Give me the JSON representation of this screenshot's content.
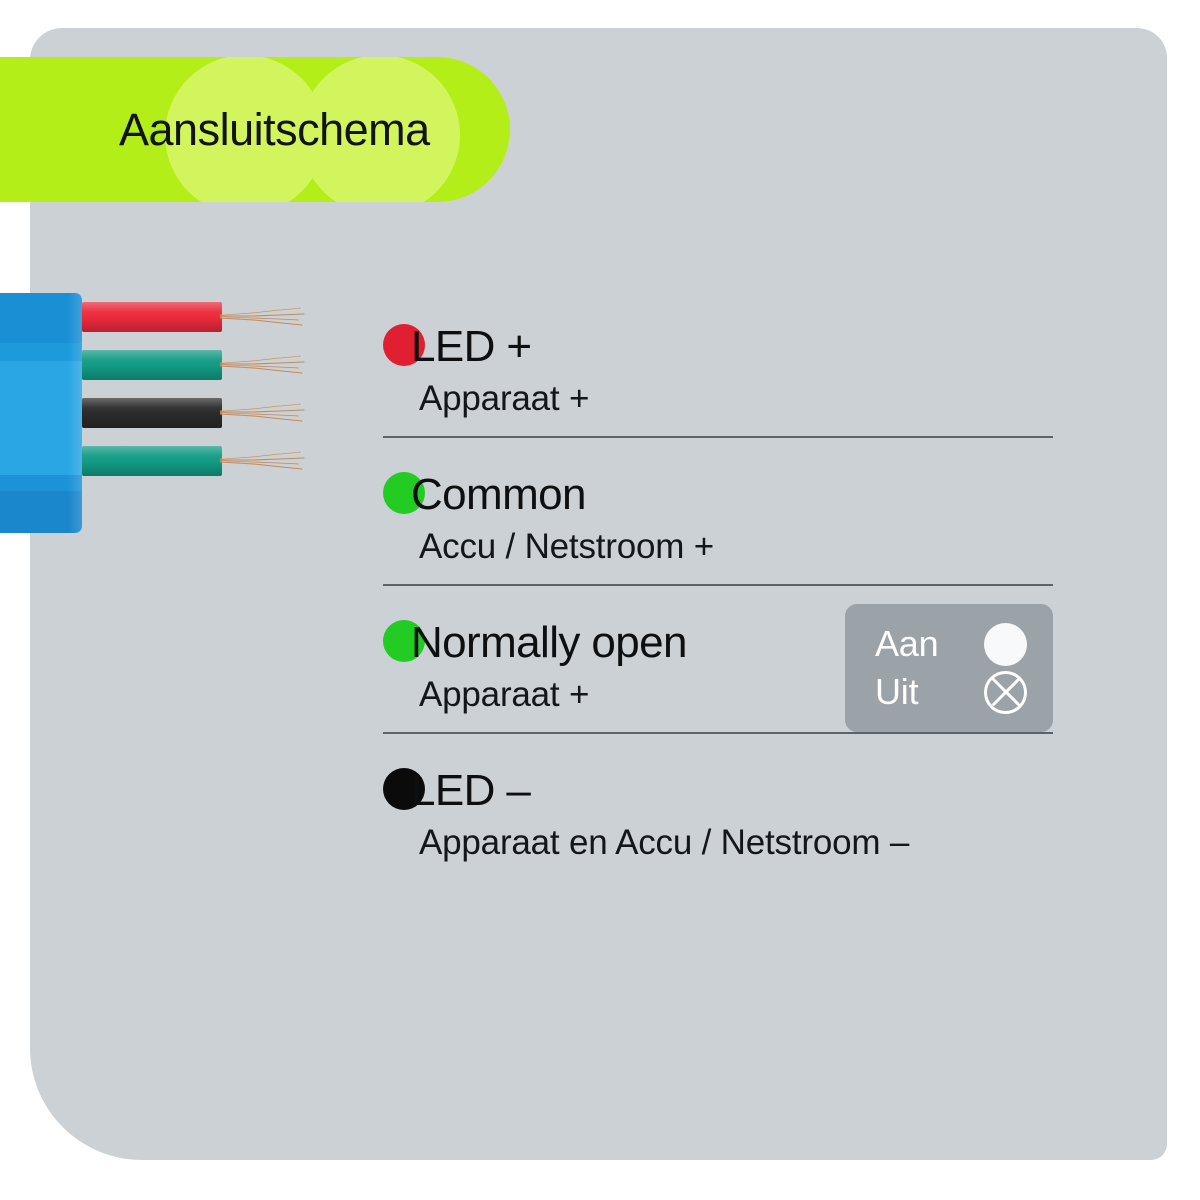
{
  "card": {
    "background_color": "#ccd1d5"
  },
  "header": {
    "title": "Aansluitschema",
    "banner_color": "#b4ee18",
    "blob_color": "#d2f55e",
    "title_color": "#111315"
  },
  "harness": {
    "connector_color": "#2aa6e4",
    "wires": [
      {
        "name": "wire-red",
        "color": "#ea2a3c",
        "label": "red"
      },
      {
        "name": "wire-teal-1",
        "color": "#139b84",
        "label": "teal"
      },
      {
        "name": "wire-black",
        "color": "#2b2b2b",
        "label": "black"
      },
      {
        "name": "wire-teal-2",
        "color": "#139b84",
        "label": "teal"
      }
    ],
    "strand_color": "#c0a municipality"
  },
  "rows": [
    {
      "dot_color": "#e02030",
      "dot_name": "red",
      "title": "LED +",
      "subtitle": "Apparaat +"
    },
    {
      "dot_color": "#22cc22",
      "dot_name": "green",
      "title": "Common",
      "subtitle": "Accu / Netstroom +"
    },
    {
      "dot_color": "#22cc22",
      "dot_name": "green",
      "title": "Normally open",
      "subtitle": "Apparaat +"
    },
    {
      "dot_color": "#0b0b0b",
      "dot_name": "black",
      "title": "LED –",
      "subtitle": "Apparaat en Accu / Netstroom –"
    }
  ],
  "toggle": {
    "background_color": "#9ba2a8",
    "on_label": "Aan",
    "off_label": "Uit",
    "on_icon": "filled-circle-icon",
    "off_icon": "crossed-circle-icon"
  },
  "separator_color": "#5c6269"
}
